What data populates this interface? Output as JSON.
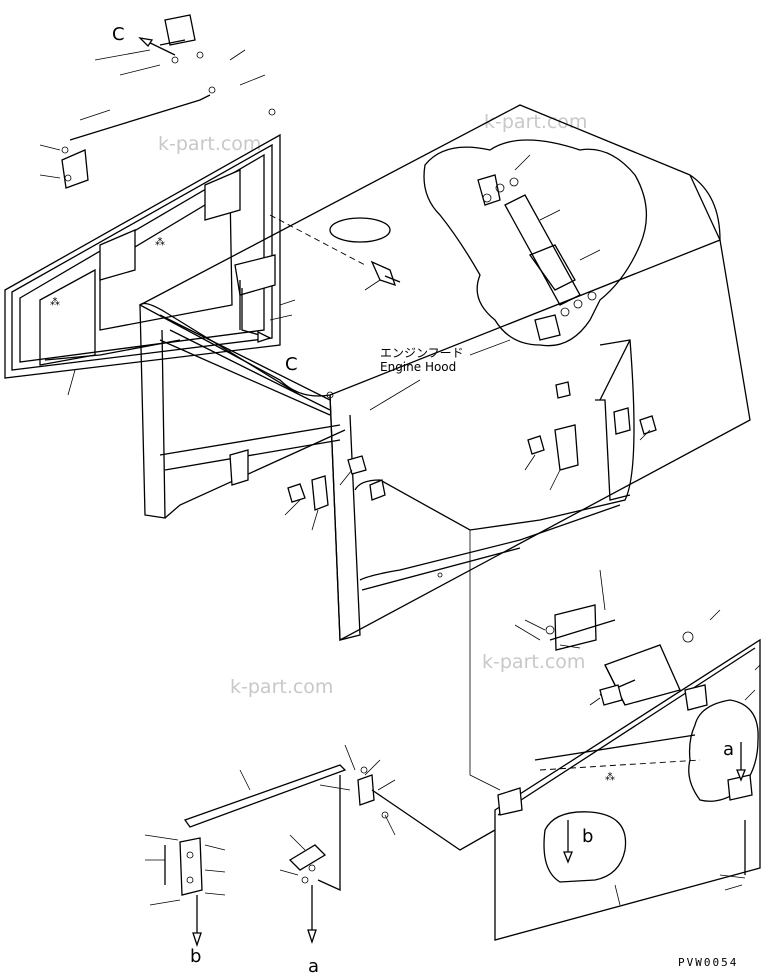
{
  "labels": {
    "hood_jp": "エンジンフード",
    "hood_en": "Engine Hood",
    "drawing_code": "PVW0054"
  },
  "callouts": {
    "c_top": "C",
    "c_mid": "C",
    "a_right": "a",
    "a_bottom": "a",
    "b_right": "b",
    "b_bottom": "b"
  },
  "watermarks": [
    "k-part.com",
    "k-part.com",
    "k-part.com",
    "k-part.com"
  ]
}
